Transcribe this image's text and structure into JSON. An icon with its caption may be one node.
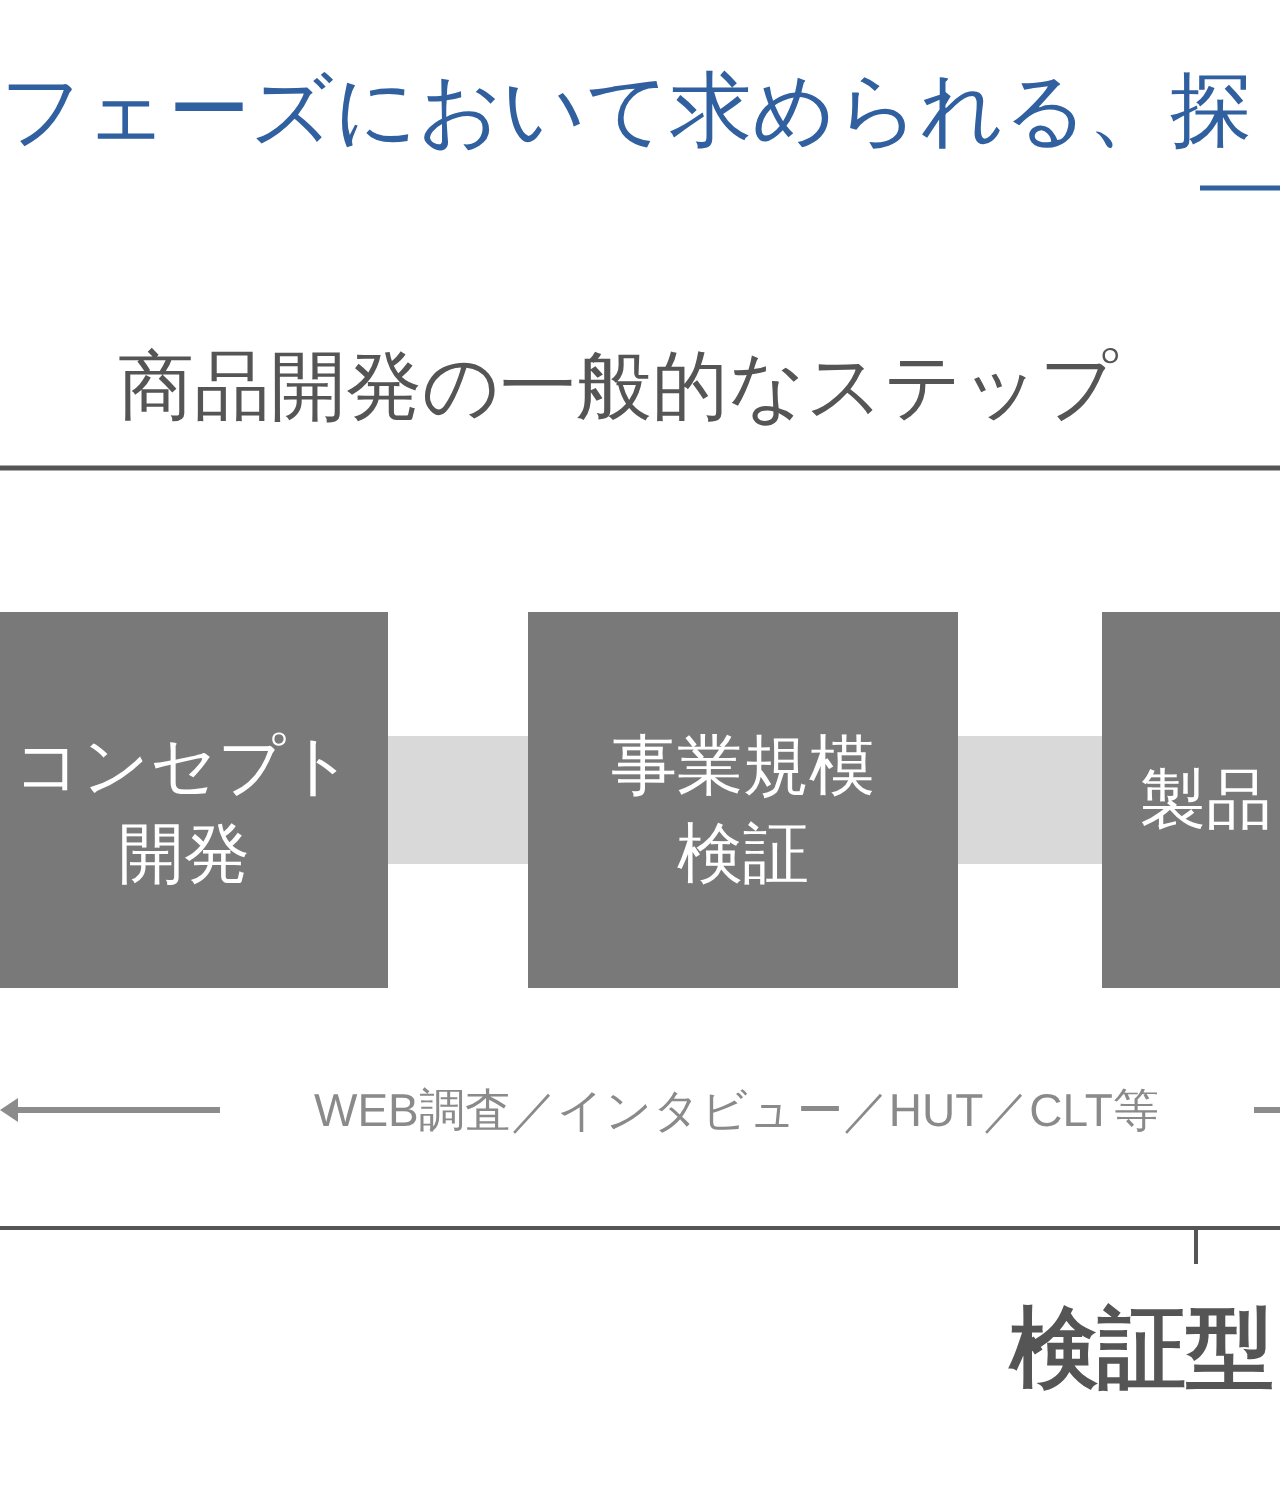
{
  "diagram": {
    "title": "フェーズにおいて求められる、探",
    "nodes": [
      {
        "text": [
          "コンセプト開発"
        ]
      },
      {
        "text": [
          "事業規模検証"
        ]
      },
      {
        "text": [
          "製品"
        ]
      }
    ],
    "edges": [
      {
        "from": 0,
        "to": 1,
        "arrow": "none"
      },
      {
        "from": 1,
        "to": 2,
        "arrow": "none"
      }
    ],
    "labels": [
      "商品開発の一般的なステップ",
      "WEB調査／インタビュー／HUT／CLT等",
      "検証型"
    ]
  }
}
